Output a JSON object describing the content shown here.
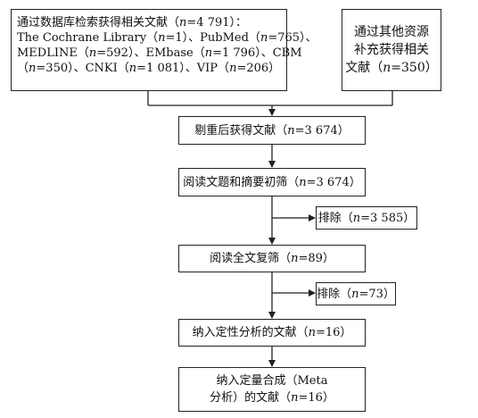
{
  "boxes": {
    "database": {
      "lines": [
        "通过数据库检索获得相关文献（n=4 791）：",
        "The Cochrane Library（n=1）、PubMed（n=765）、",
        "MEDLINE（n=592）、EMbase（n=1 796）、CBM",
        "（n=350）、CNKI（n=1 081）、VIP（n=206）"
      ]
    },
    "other_sources": {
      "lines": [
        "通过其他资源",
        "补充获得相关",
        "文献（n=350）"
      ]
    },
    "dedup": {
      "text": "剔重后获得文献（n=3 674）"
    },
    "title_abstract": {
      "text": "阅读文题和摘要初筛（n=3 674）"
    },
    "exclude1": {
      "text": "排除（n=3 585）"
    },
    "fulltext": {
      "text": "阅读全文复筛（n=89）"
    },
    "exclude2": {
      "text": "排除（n=73）"
    },
    "qualitative": {
      "text": "纳入定性分析的文献（n=16）"
    },
    "meta": {
      "lines": [
        "纳入定量合成（Meta",
        "分析）的文献（n=16）"
      ]
    }
  }
}
